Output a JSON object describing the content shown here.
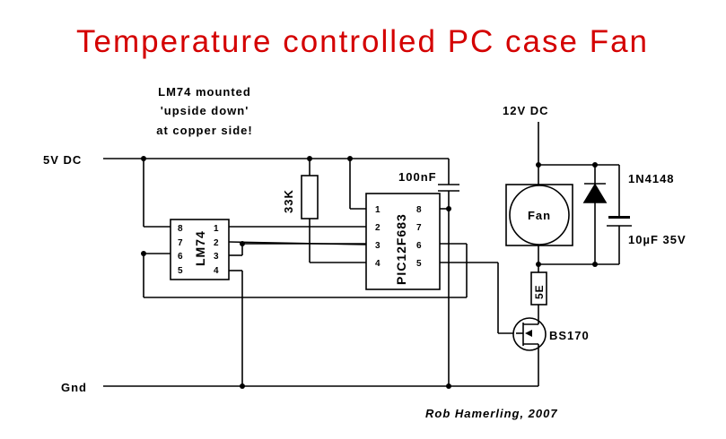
{
  "title": "Temperature controlled PC case Fan",
  "note": {
    "line1": "LM74 mounted",
    "line2": "'upside down'",
    "line3": "at copper side!"
  },
  "rails": {
    "v5": "5V DC",
    "v12": "12V DC",
    "gnd": "Gnd"
  },
  "components": {
    "resistor_pullup": "33K",
    "capacitor_decoupling": "100nF",
    "diode": "1N4148",
    "capacitor_electrolytic": "10µF 35V",
    "fan": "Fan",
    "resistor_fan": "5E",
    "mosfet": "BS170",
    "sensor": "LM74",
    "mcu": "PIC12F683"
  },
  "pins": {
    "lm74_left": [
      "8",
      "7",
      "6",
      "5"
    ],
    "lm74_right": [
      "1",
      "2",
      "3",
      "4"
    ],
    "pic_left": [
      "1",
      "2",
      "3",
      "4"
    ],
    "pic_right": [
      "8",
      "7",
      "6",
      "5"
    ]
  },
  "credit": "Rob Hamerling, 2007"
}
